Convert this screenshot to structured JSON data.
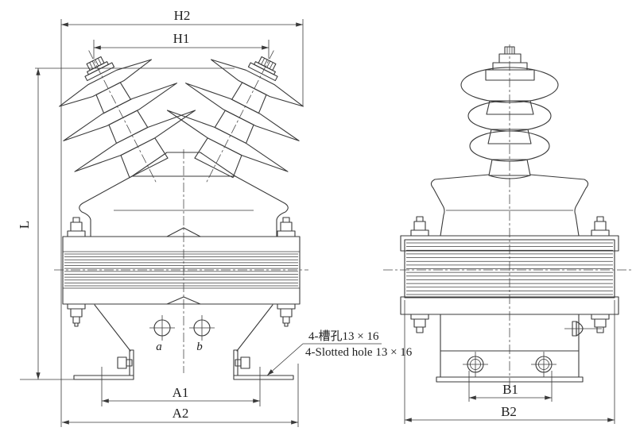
{
  "labels": {
    "h2": "H2",
    "h1": "H1",
    "l": "L",
    "a1": "A1",
    "a2": "A2",
    "b1": "B1",
    "b2": "B2"
  },
  "terminals": {
    "a": "a",
    "b": "b"
  },
  "annotation": {
    "zh": "4-槽孔13 × 16",
    "en": "4-Slotted hole 13 × 16"
  },
  "colors": {
    "background": "#ffffff",
    "line": "#3a3a3a",
    "centerline": "#4a4a4a",
    "seam": "#9c9c9c"
  }
}
